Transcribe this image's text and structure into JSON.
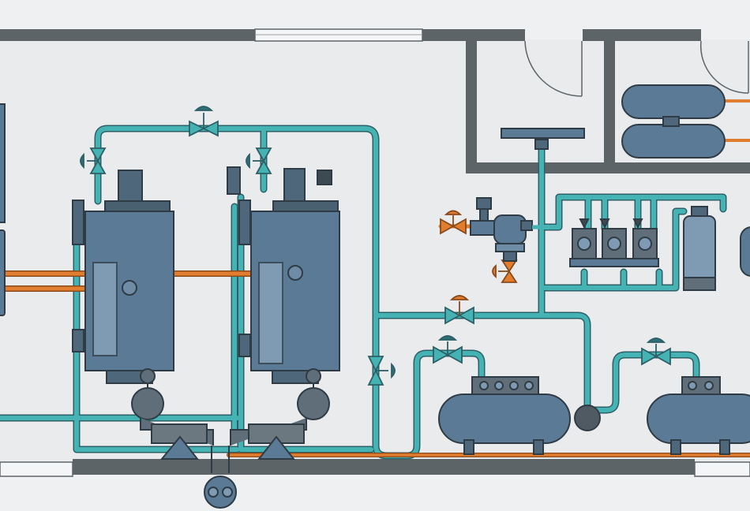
{
  "diagram": {
    "type": "plumbing-piping-schematic",
    "labels": [],
    "colors": {
      "background": "#eef0f2",
      "wall": "#5d6468",
      "water_pipe": "#45b3b3",
      "hot_pipe": "#e07d2e",
      "tank_fill": "#5b7a95",
      "tank_stroke": "#2f3b45",
      "outline": "#3e4a52"
    },
    "components": [
      {
        "name": "water-heater-left",
        "kind": "water heater"
      },
      {
        "name": "water-heater-right",
        "kind": "water heater"
      },
      {
        "name": "circulation-pump-left",
        "kind": "pump"
      },
      {
        "name": "circulation-pump-right",
        "kind": "pump"
      },
      {
        "name": "expansion-tank-center",
        "kind": "horizontal pressure tank"
      },
      {
        "name": "expansion-tank-right",
        "kind": "horizontal pressure tank"
      },
      {
        "name": "storage-tank-upper",
        "kind": "horizontal tank"
      },
      {
        "name": "storage-tank-lower",
        "kind": "horizontal tank"
      },
      {
        "name": "filter-housing",
        "kind": "filter cylinder"
      },
      {
        "name": "pressure-regulator",
        "kind": "regulator"
      },
      {
        "name": "meter-bank",
        "kind": "gauges"
      },
      {
        "name": "drain-pump",
        "kind": "pump"
      }
    ]
  }
}
